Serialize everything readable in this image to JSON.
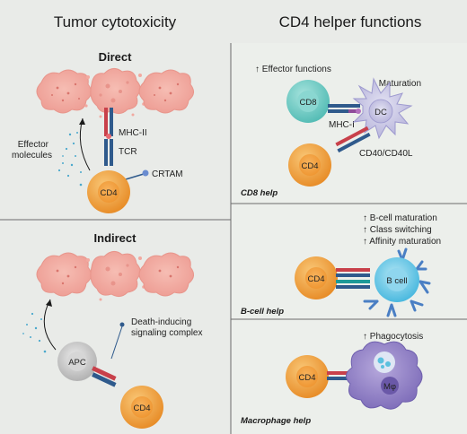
{
  "titles": {
    "left": "Tumor cytotoxicity",
    "right": "CD4 helper functions"
  },
  "direct": {
    "heading": "Direct",
    "mhc": "MHC-II",
    "tcr": "TCR",
    "crtam": "CRTAM",
    "effector_line1": "Effector",
    "effector_line2": "molecules",
    "cd4": "CD4"
  },
  "indirect": {
    "heading": "Indirect",
    "death_line1": "Death-inducing",
    "death_line2": "signaling complex",
    "apc": "APC",
    "cd4": "CD4"
  },
  "cd8_help": {
    "effector": "↑ Effector functions",
    "maturation": "↑ Maturation",
    "cd8": "CD8",
    "mhc1": "MHC-I",
    "dc": "DC",
    "cd40": "CD40/CD40L",
    "cd4": "CD4",
    "caption": "CD8 help"
  },
  "bcell_help": {
    "line1": "↑ B-cell maturation",
    "line2": "↑ Class switching",
    "line3": "↑ Affinity maturation",
    "cd4": "CD4",
    "bcell": "B cell",
    "caption": "B-cell help"
  },
  "macro_help": {
    "phago": "↑ Phagocytosis",
    "cd4": "CD4",
    "mphi": "Mφ",
    "caption": "Macrophage help"
  },
  "colors": {
    "tumor": "#f2a9a0",
    "cd4": "#f0a040",
    "cd8": "#6ccac4",
    "dc": "#b8b5dc",
    "bcell": "#5cc4e4",
    "macrophage": "#8c7cc0",
    "apc": "#bdbdbd",
    "receptor_red": "#c8404a",
    "receptor_blue": "#2f5a8c",
    "receptor_teal": "#1e9a98"
  }
}
